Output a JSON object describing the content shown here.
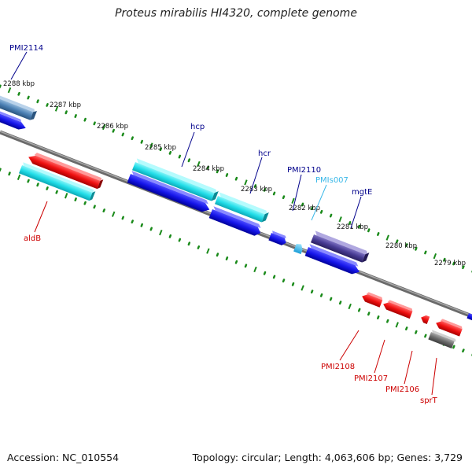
{
  "title": "Proteus mirabilis HI4320, complete genome",
  "footer": {
    "accession": "Accession: NC_010554",
    "summary": "Topology: circular; Length: 4,063,606 bp; Genes: 3,729"
  },
  "colors": {
    "backbone": "#8a8a8a",
    "tick": "#1a8a1a",
    "forward_label": "#00008b",
    "reverse_label": "#cc0000",
    "light_blue_label": "#3ab8e8"
  },
  "scale_labels": [
    "2288 kbp",
    "2287 kbp",
    "2286 kbp",
    "2285 kbp",
    "2284 kbp",
    "2283 kbp",
    "2282 kbp",
    "2281 kbp",
    "2280 kbp",
    "2279 kbp"
  ],
  "gene_labels": [
    "PMI2114",
    "hcp",
    "hcr",
    "PMI2110",
    "PMIs007",
    "mgtE",
    "aldB",
    "PMI2108",
    "PMI2107",
    "PMI2106",
    "sprT"
  ]
}
